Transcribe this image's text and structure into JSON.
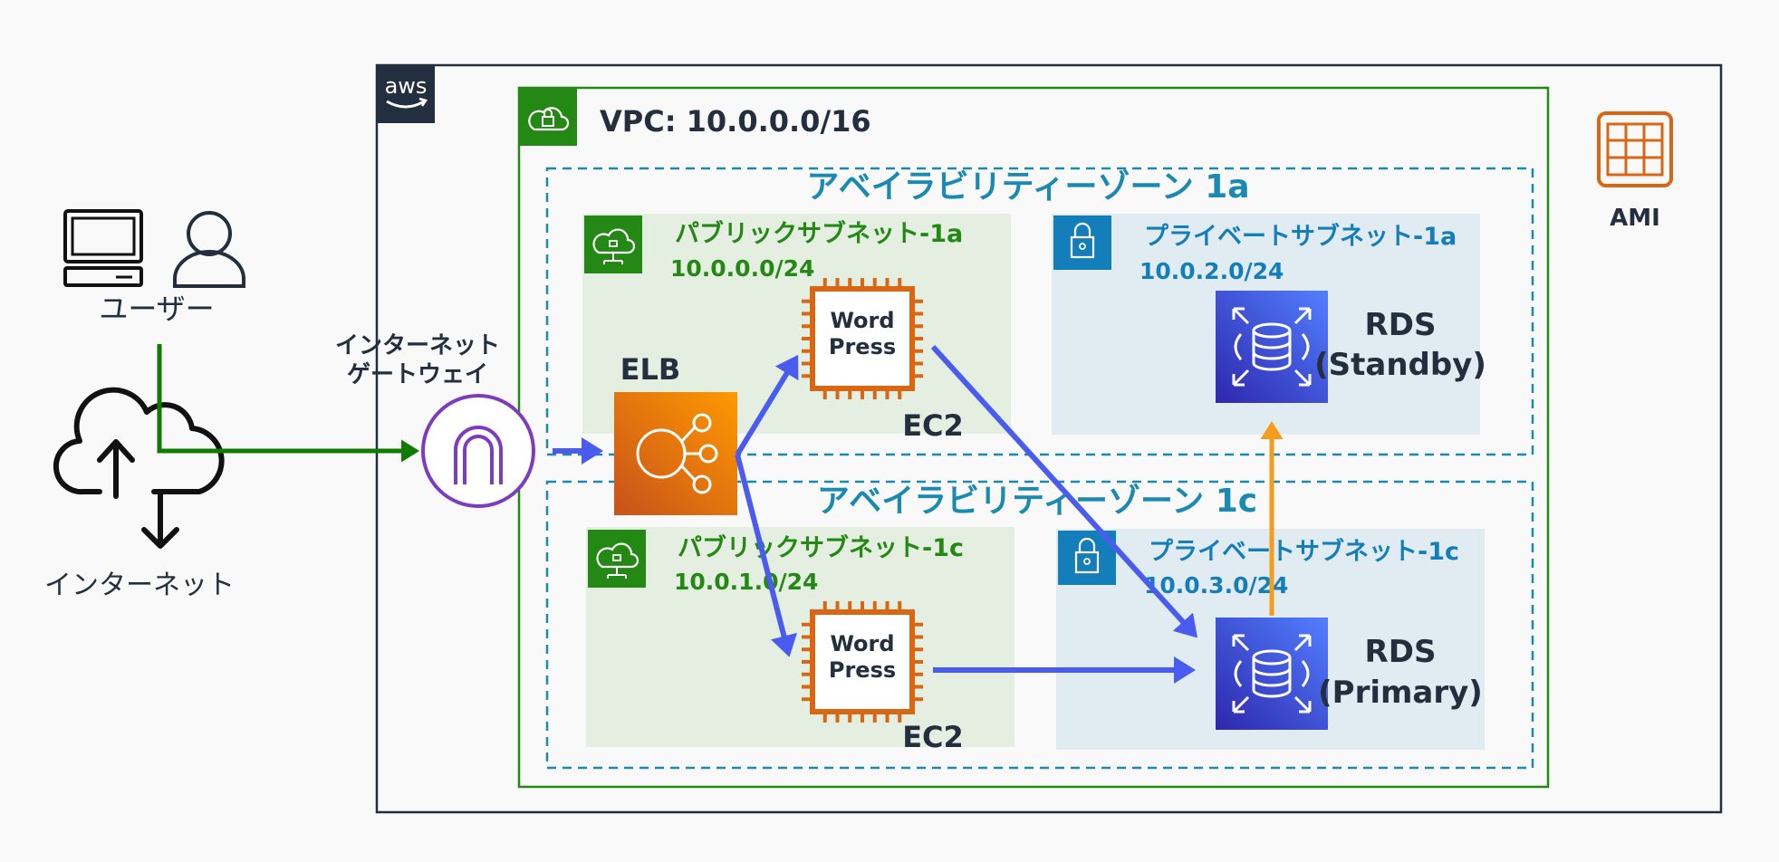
{
  "aws": {
    "logo_text": "aws"
  },
  "vpc": {
    "label": "VPC: 10.0.0.0/16"
  },
  "az_a": {
    "label": "アベイラビリティーゾーン 1a"
  },
  "az_c": {
    "label": "アベイラビリティーゾーン 1c"
  },
  "public_subnet_1a": {
    "name": "パブリックサブネット-1a",
    "cidr": "10.0.0.0/24"
  },
  "public_subnet_1c": {
    "name": "パブリックサブネット-1c",
    "cidr": "10.0.1.0/24"
  },
  "private_subnet_1a": {
    "name": "プライベートサブネット-1a",
    "cidr": "10.0.2.0/24"
  },
  "private_subnet_1c": {
    "name": "プライベートサブネット-1c",
    "cidr": "10.0.3.0/24"
  },
  "user": {
    "label": "ユーザー"
  },
  "internet": {
    "label": "インターネット"
  },
  "igw": {
    "line1": "インターネット",
    "line2": "ゲートウェイ"
  },
  "elb": {
    "label": "ELB"
  },
  "ec2_a": {
    "app_line1": "Word",
    "app_line2": "Press",
    "label": "EC2"
  },
  "ec2_c": {
    "app_line1": "Word",
    "app_line2": "Press",
    "label": "EC2"
  },
  "rds_standby": {
    "line1": "RDS",
    "line2": "(Standby)"
  },
  "rds_primary": {
    "line1": "RDS",
    "line2": "(Primary)"
  },
  "ami": {
    "label": "AMI"
  },
  "colors": {
    "vpc_green": "#248814",
    "az_blue": "#1a8ab3",
    "public_fill": "#e5efe1",
    "private_fill": "#e1ecf2",
    "private_blue": "#147eba",
    "ec2_orange": "#d86613",
    "rds_blue": "#3b48cc",
    "arrow_blue": "#4a5cf0",
    "arrow_green": "#117a00",
    "arrow_orange": "#f59c1a",
    "igw_purple": "#7d3cc0",
    "dark": "#232f3e"
  }
}
